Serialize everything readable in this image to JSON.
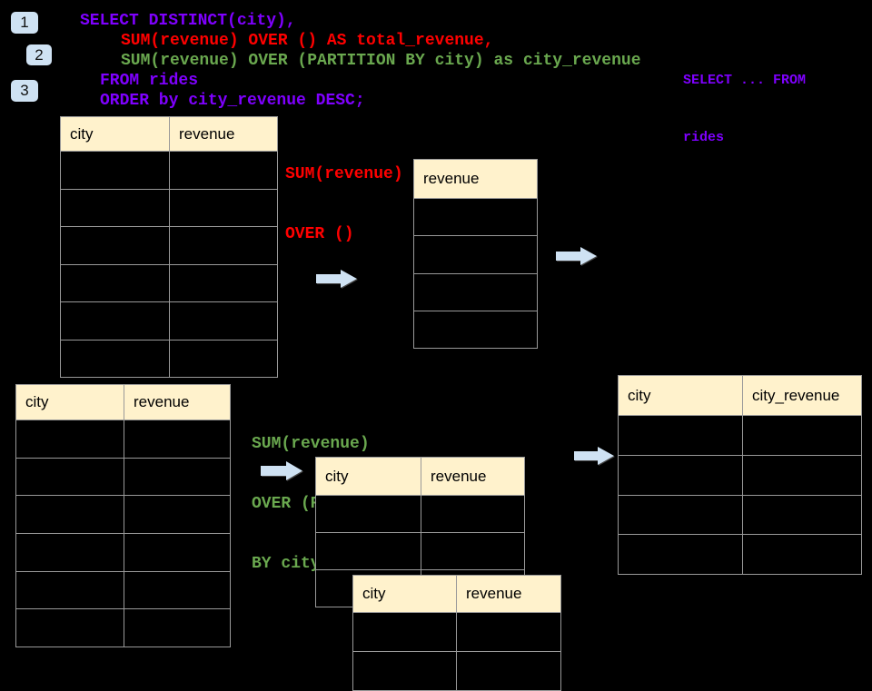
{
  "colors": {
    "background": "#000000",
    "header_fill": "#FFF2CC",
    "accent_blue": "#CFE2F3",
    "purple": "#7F00FF",
    "red": "#FF0000",
    "green": "#6AA84F",
    "table_border": "#999999"
  },
  "steps": [
    {
      "label": "1"
    },
    {
      "label": "2"
    },
    {
      "label": "3"
    }
  ],
  "sql": {
    "lines": [
      {
        "text": "SELECT DISTINCT(city),",
        "color": "purple"
      },
      {
        "text": "SUM(revenue) OVER () AS total_revenue,",
        "color": "red"
      },
      {
        "text": "SUM(revenue) OVER (PARTITION BY city) as city_revenue",
        "color": "green"
      },
      {
        "text": "FROM rides",
        "color": "purple"
      },
      {
        "text": "ORDER by city_revenue DESC;",
        "color": "purple"
      }
    ]
  },
  "side_note": {
    "line1": "SELECT ... FROM",
    "line2": "rides"
  },
  "annotations": {
    "total": {
      "line1": "SUM(revenue)",
      "line2": "OVER ()"
    },
    "partition": {
      "line1": "SUM(revenue)",
      "line2": "OVER (PARTITION",
      "line3": "BY city)"
    }
  },
  "tables": {
    "source_top": {
      "headers": [
        "city",
        "revenue"
      ],
      "rows": 6
    },
    "revenue_only": {
      "headers": [
        "revenue"
      ],
      "rows": 4
    },
    "source_bottom": {
      "headers": [
        "city",
        "revenue"
      ],
      "rows": 6
    },
    "partition_mid": {
      "headers": [
        "city",
        "revenue"
      ],
      "rows": 3
    },
    "partition_overlay": {
      "headers": [
        "city",
        "revenue"
      ],
      "rows": 2
    },
    "result": {
      "headers": [
        "city",
        "city_revenue"
      ],
      "rows": 4
    }
  }
}
